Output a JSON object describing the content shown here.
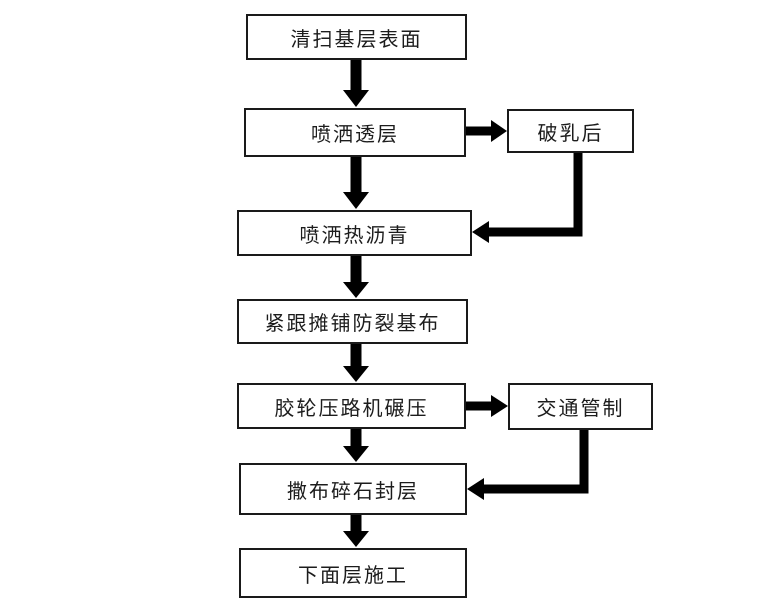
{
  "diagram": {
    "type": "flowchart",
    "title": "",
    "nodes": [
      {
        "id": 1,
        "label": "清扫基层表面"
      },
      {
        "id": 2,
        "label": "喷洒透层"
      },
      {
        "id": 3,
        "label": "破乳后"
      },
      {
        "id": 4,
        "label": "喷洒热沥青"
      },
      {
        "id": 5,
        "label": "紧跟摊铺防裂基布"
      },
      {
        "id": 6,
        "label": "胶轮压路机碾压"
      },
      {
        "id": 7,
        "label": "交通管制"
      },
      {
        "id": 8,
        "label": "撒布碎石封层"
      },
      {
        "id": 9,
        "label": "下面层施工"
      }
    ],
    "edges": [
      {
        "from": "清扫基层表面",
        "to": "喷洒透层",
        "style": "down-arrow"
      },
      {
        "from": "喷洒透层",
        "to": "破乳后",
        "style": "right-arrow"
      },
      {
        "from": "喷洒透层",
        "to": "喷洒热沥青",
        "style": "down-arrow"
      },
      {
        "from": "破乳后",
        "to": "喷洒热沥青",
        "style": "elbow-down-then-left-arrow"
      },
      {
        "from": "喷洒热沥青",
        "to": "紧跟摊铺防裂基布",
        "style": "down-arrow"
      },
      {
        "from": "紧跟摊铺防裂基布",
        "to": "胶轮压路机碾压",
        "style": "down-arrow"
      },
      {
        "from": "胶轮压路机碾压",
        "to": "交通管制",
        "style": "right-arrow"
      },
      {
        "from": "胶轮压路机碾压",
        "to": "撒布碎石封层",
        "style": "down-arrow"
      },
      {
        "from": "交通管制",
        "to": "撒布碎石封层",
        "style": "elbow-down-then-left-arrow"
      },
      {
        "from": "撒布碎石封层",
        "to": "下面层施工",
        "style": "down-arrow"
      }
    ],
    "colors": {
      "background": "#ffffff",
      "node_fill": "#ffffff",
      "node_border": "#1a1a1a",
      "arrow": "#000000",
      "text": "#1c1c1c"
    }
  }
}
